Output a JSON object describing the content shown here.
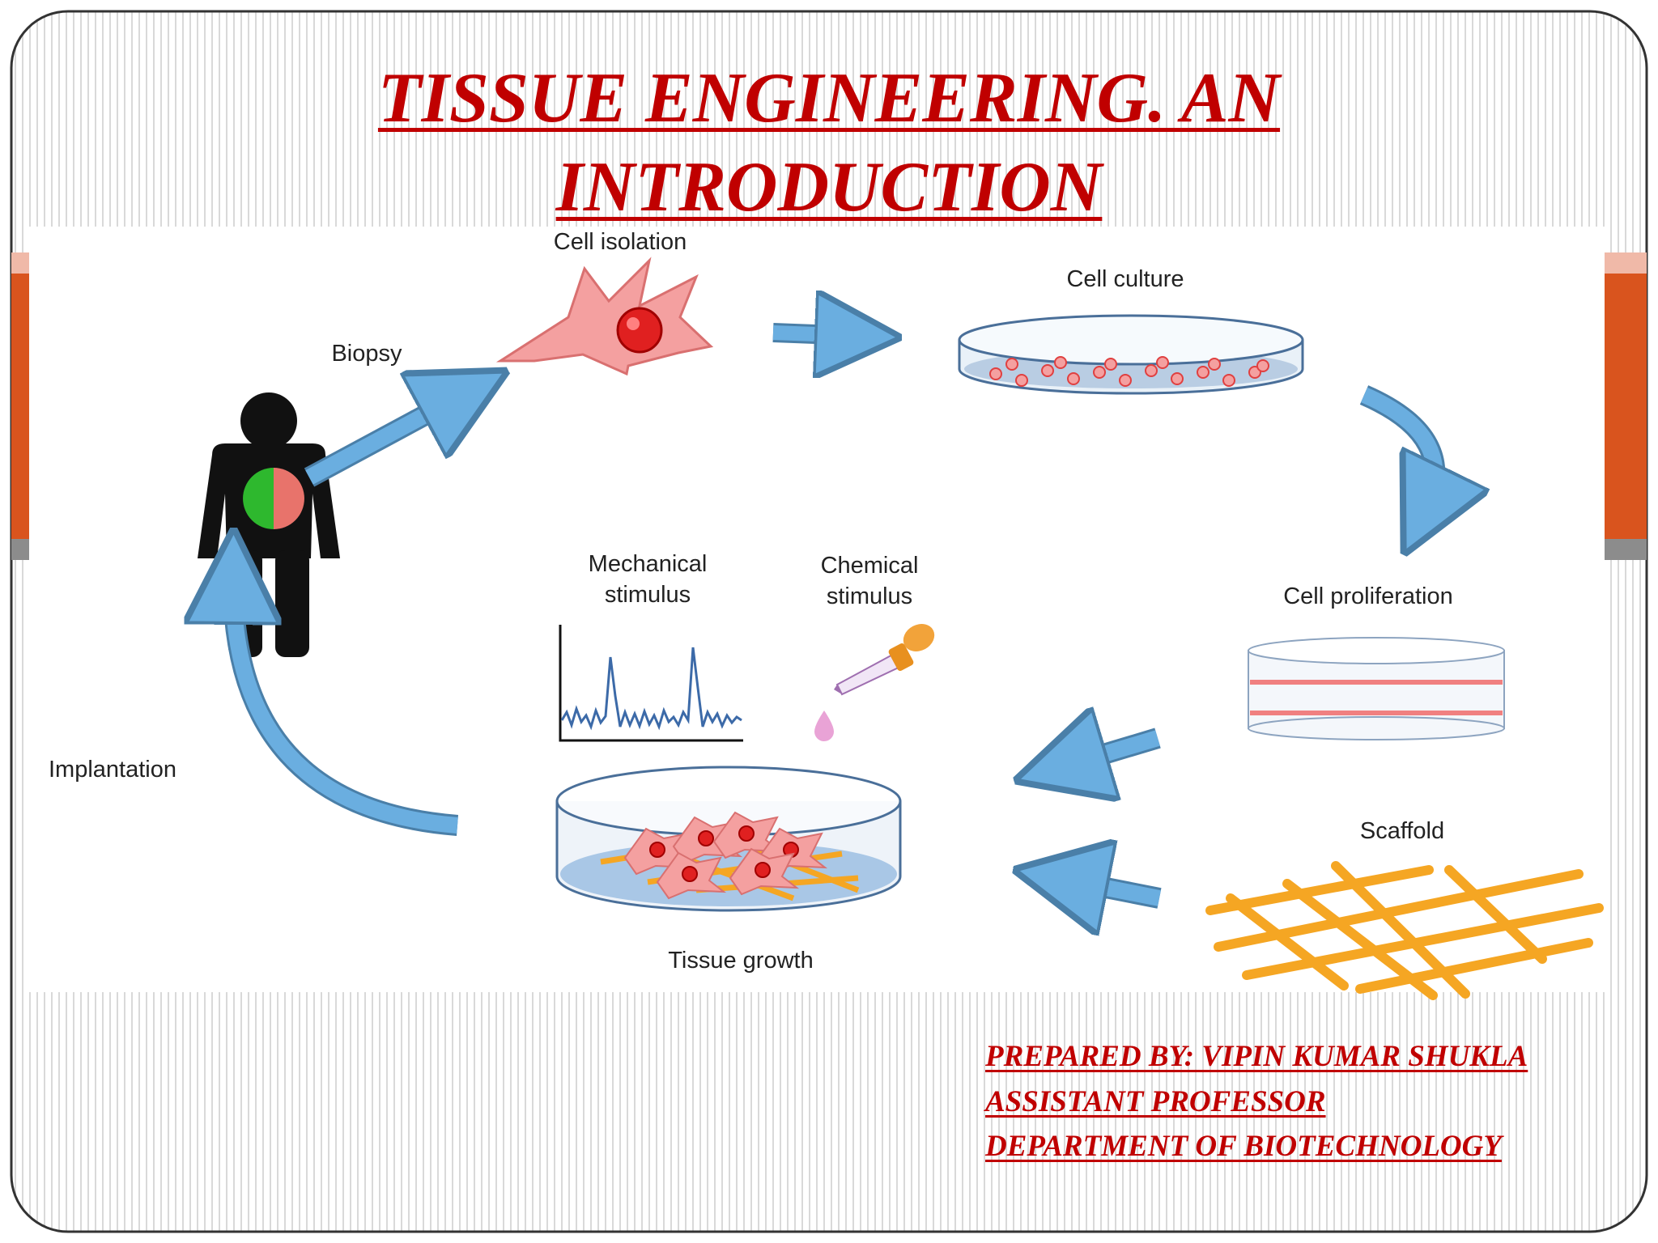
{
  "slide": {
    "title_line1": "TISSUE ENGINEERING. AN",
    "title_line2": "INTRODUCTION",
    "credits": [
      "PREPARED BY: VIPIN KUMAR SHUKLA",
      "ASSISTANT PROFESSOR",
      "DEPARTMENT OF BIOTECHNOLOGY"
    ],
    "colors": {
      "title": "#c00000",
      "accent_bar": "#d9541e",
      "arrow": "#6aaee0",
      "cell": "#f4a0a0",
      "scaffold": "#f5a623"
    }
  },
  "diagram": {
    "labels": {
      "biopsy": "Biopsy",
      "cell_isolation": "Cell isolation",
      "cell_culture": "Cell culture",
      "cell_proliferation": "Cell proliferation",
      "mechanical_line1": "Mechanical",
      "mechanical_line2": "stimulus",
      "chemical_line1": "Chemical",
      "chemical_line2": "stimulus",
      "implantation": "Implantation",
      "scaffold": "Scaffold",
      "tissue_growth": "Tissue growth"
    },
    "icons": [
      "human-figure-icon",
      "cell-icon",
      "petri-dish-icon",
      "stacked-dishes-icon",
      "waveform-icon",
      "dropper-icon",
      "scaffold-mesh-icon"
    ]
  }
}
